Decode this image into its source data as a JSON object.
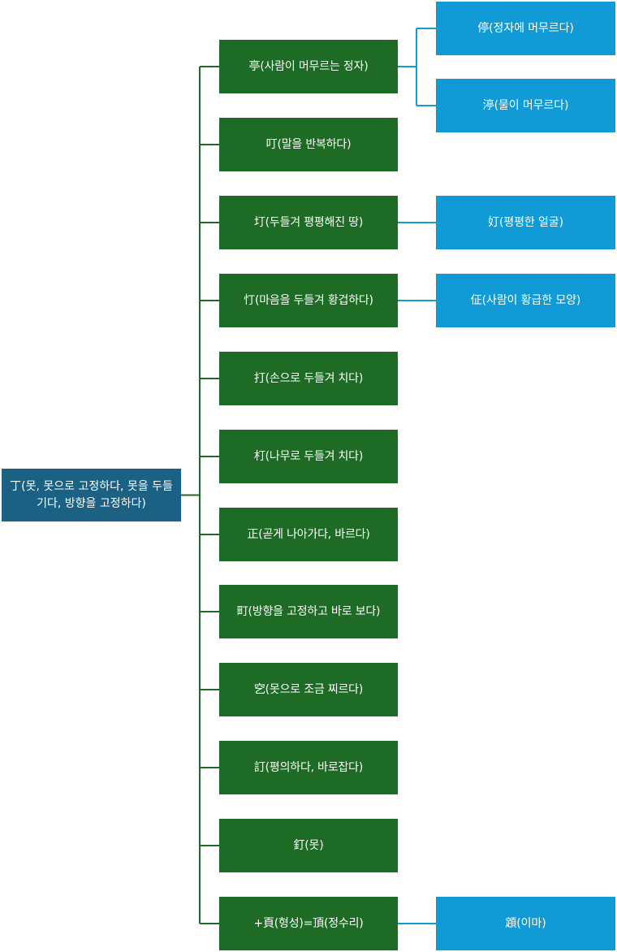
{
  "root": "丁(못, 못으로 고정하다, 못을 두들기다, 방향을 고정하다)",
  "children": [
    {
      "label": "亭(사람이 머무르는 정자)",
      "leaves": [
        "停(정자에 머무르다)",
        "渟(물이 머무르다)"
      ]
    },
    {
      "label": "叮(말을 반복하다)",
      "leaves": []
    },
    {
      "label": "圢(두들겨 평평해진 땅)",
      "leaves": [
        "奵(평평한 얼굴)"
      ]
    },
    {
      "label": "忊(마음을 두들겨 황겁하다)",
      "leaves": [
        "佂(사람이 황급한 모양)"
      ]
    },
    {
      "label": "打(손으로 두들겨 치다)",
      "leaves": []
    },
    {
      "label": "朾(나무로 두들겨 치다)",
      "leaves": []
    },
    {
      "label": "正(곧게 나아가다, 바르다)",
      "leaves": []
    },
    {
      "label": "町(방향을 고정하고 바로 보다)",
      "leaves": []
    },
    {
      "label": "穵(못으로 조금 찌르다)",
      "leaves": []
    },
    {
      "label": "訂(평의하다, 바로잡다)",
      "leaves": []
    },
    {
      "label": "釘(못)",
      "leaves": []
    },
    {
      "label": "+頁(형성)=頂(정수리)",
      "leaves": [
        "顁(이마)"
      ]
    }
  ],
  "colors": {
    "root_fill": "#1a6183",
    "child_fill": "#1e6b26",
    "leaf_fill": "#119bd6",
    "root_connector": "#1e6b26",
    "leaf_connector": "#119bd6"
  }
}
